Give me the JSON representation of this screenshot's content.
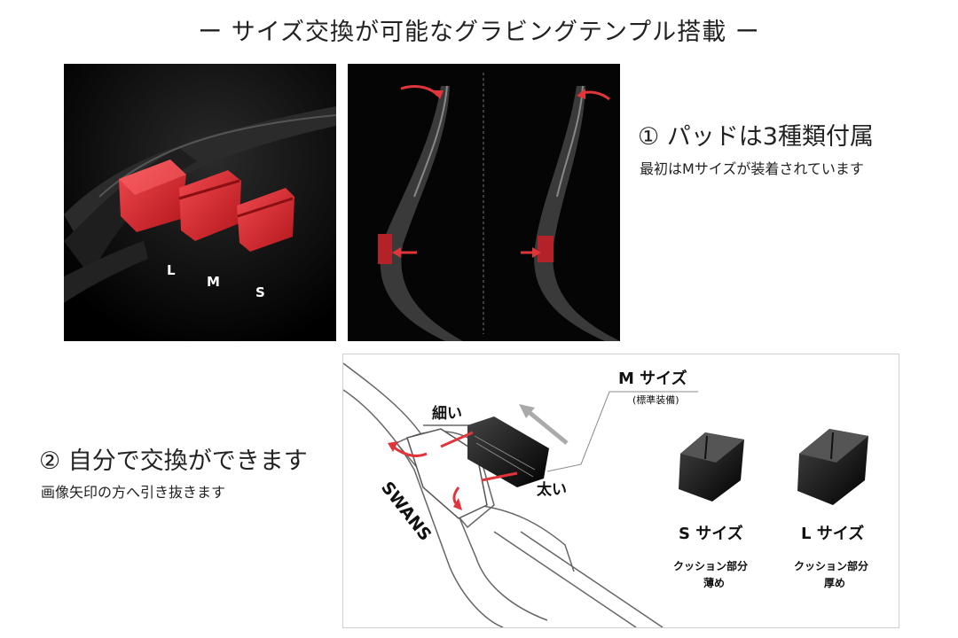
{
  "page": {
    "title": "ー サイズ交換が可能なグラビングテンプル搭載 ー"
  },
  "section1": {
    "heading": "① パッドは3種類付属",
    "sub": "最初はMサイズが装着されています",
    "pad_labels": [
      "L",
      "M",
      "S"
    ]
  },
  "section2": {
    "heading": "② 自分で交換ができます",
    "sub": "画像矢印の方へ引き抜きます"
  },
  "diagram": {
    "brand": "SWANS",
    "m_size": "M サイズ",
    "m_size_note": "(標準装備)",
    "thin": "細い",
    "thick": "太い",
    "s_size": "S サイズ",
    "s_desc_1": "クッション部分",
    "s_desc_2": "薄め",
    "l_size": "L サイズ",
    "l_desc_1": "クッション部分",
    "l_desc_2": "厚め"
  },
  "colors": {
    "pad_red": "#d8262b",
    "arrow_red": "#e0353a",
    "frame_dark": "#1a1a1a"
  }
}
